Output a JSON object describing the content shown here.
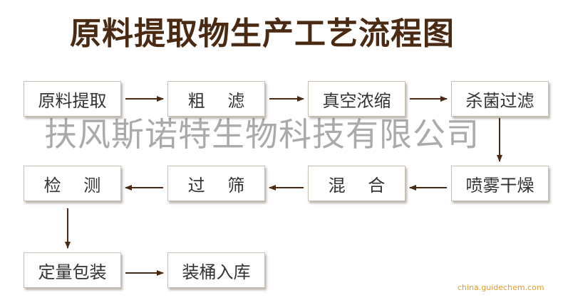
{
  "title": "原料提取物生产工艺流程图",
  "watermark": "扶风斯诺特生物科技有限公司",
  "credit": "china.guidechem.com",
  "colors": {
    "title": "#4a2a12",
    "arrow": "#4a2a12",
    "box_border": "#c9c0b3",
    "credit": "#e39b27"
  },
  "steps": [
    {
      "id": "s1",
      "label": "原料提取"
    },
    {
      "id": "s2",
      "label": "粗 滤"
    },
    {
      "id": "s3",
      "label": "真空浓缩"
    },
    {
      "id": "s4",
      "label": "杀菌过滤"
    },
    {
      "id": "s5",
      "label": "喷雾干燥"
    },
    {
      "id": "s6",
      "label": "混 合"
    },
    {
      "id": "s7",
      "label": "过 筛"
    },
    {
      "id": "s8",
      "label": "检 测"
    },
    {
      "id": "s9",
      "label": "定量包装"
    },
    {
      "id": "s10",
      "label": "装桶入库"
    }
  ],
  "edges": [
    [
      "s1",
      "s2"
    ],
    [
      "s2",
      "s3"
    ],
    [
      "s3",
      "s4"
    ],
    [
      "s4",
      "s5"
    ],
    [
      "s5",
      "s6"
    ],
    [
      "s6",
      "s7"
    ],
    [
      "s7",
      "s8"
    ],
    [
      "s8",
      "s9"
    ],
    [
      "s9",
      "s10"
    ]
  ]
}
